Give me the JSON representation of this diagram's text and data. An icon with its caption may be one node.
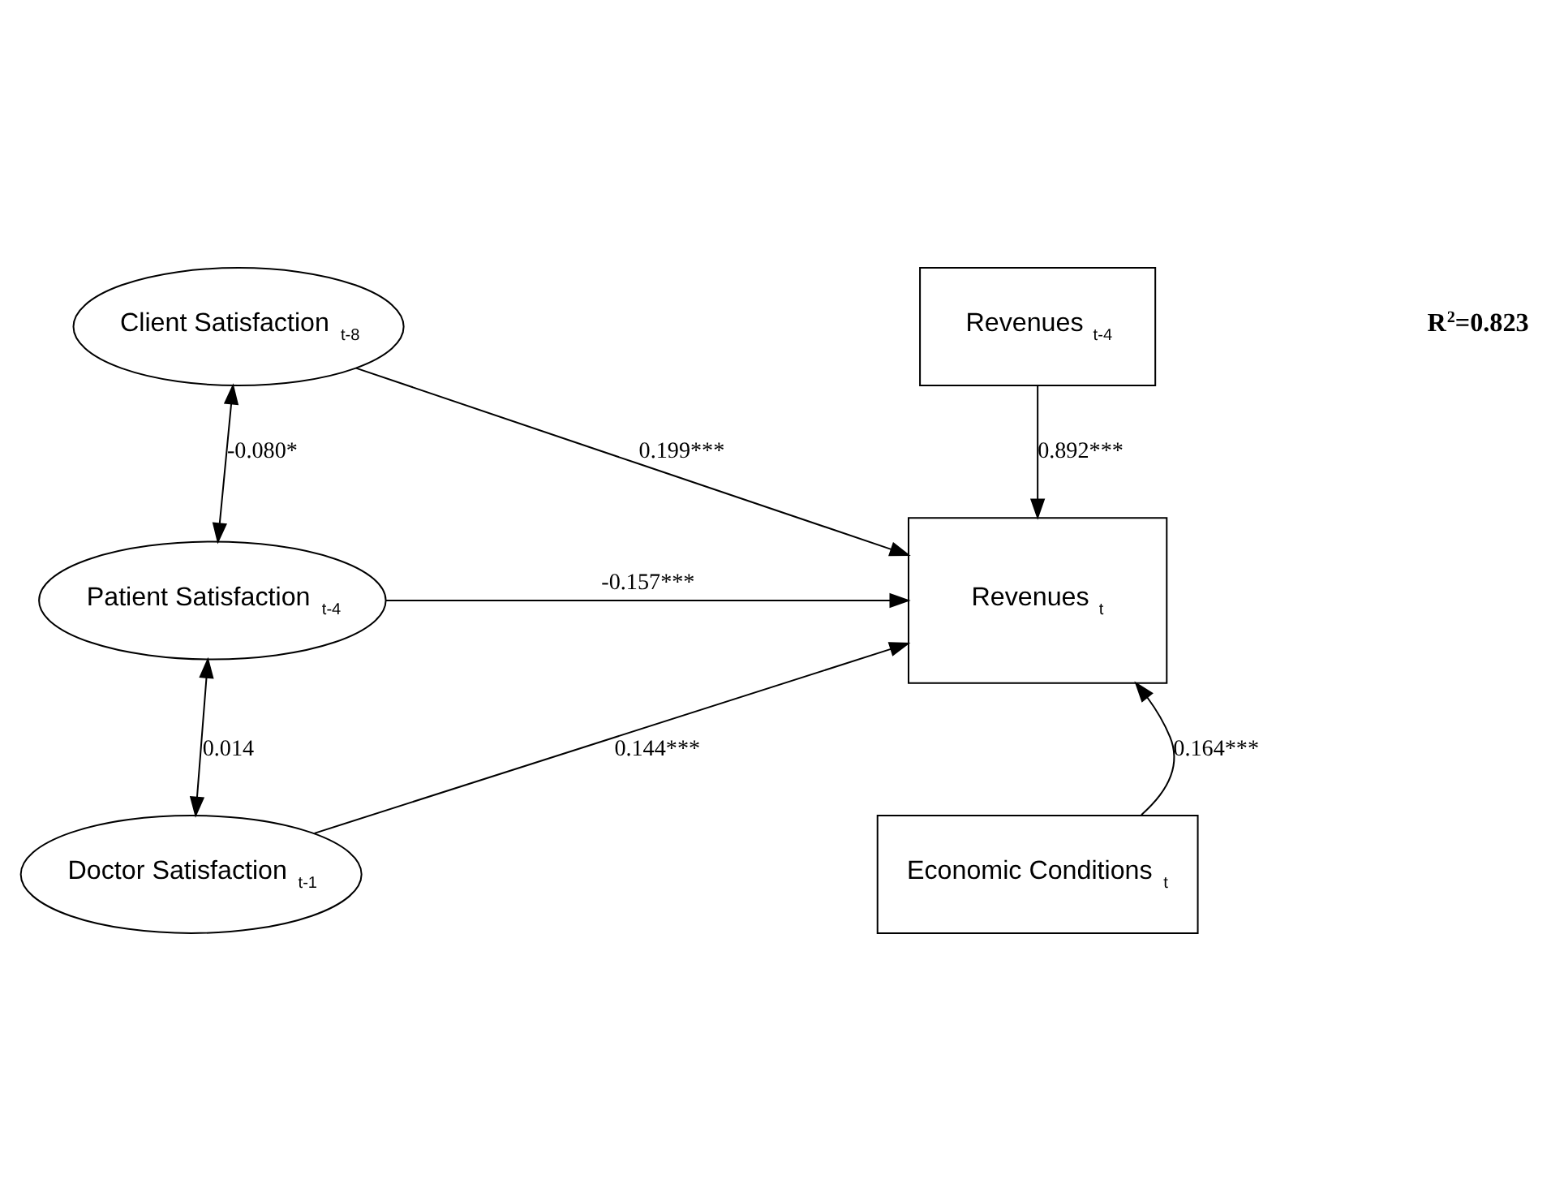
{
  "diagram": {
    "nodes": [
      {
        "text": [
          "Client Satisfaction $_{t-8}$"
        ]
      },
      {
        "text": [
          "Patient Satisfaction $_{t-4}$"
        ]
      },
      {
        "text": [
          "Doctor Satisfaction $_{t-1}$"
        ]
      },
      {
        "text": [
          "Revenues $_{t-4}$"
        ]
      },
      {
        "text": [
          "Revenues $_{t}$"
        ]
      },
      {
        "text": [
          "Economic Conditions $_{t}$"
        ]
      }
    ],
    "edges": [
      {
        "from": 0,
        "to": 1,
        "arrow": "both",
        "label": "-0.080*"
      },
      {
        "from": 1,
        "to": 2,
        "arrow": "both",
        "label": "0.014"
      },
      {
        "from": 0,
        "to": 4,
        "arrow": "to",
        "label": "0.199***"
      },
      {
        "from": 1,
        "to": 4,
        "arrow": "to",
        "label": "-0.157***"
      },
      {
        "from": 2,
        "to": 4,
        "arrow": "to",
        "label": "0.144***"
      },
      {
        "from": 3,
        "to": 4,
        "arrow": "to",
        "label": "0.892***"
      },
      {
        "from": 5,
        "to": 4,
        "arrow": "to",
        "label": "0.164***"
      }
    ],
    "labels": [
      "R$^{2}$=0.823"
    ]
  }
}
